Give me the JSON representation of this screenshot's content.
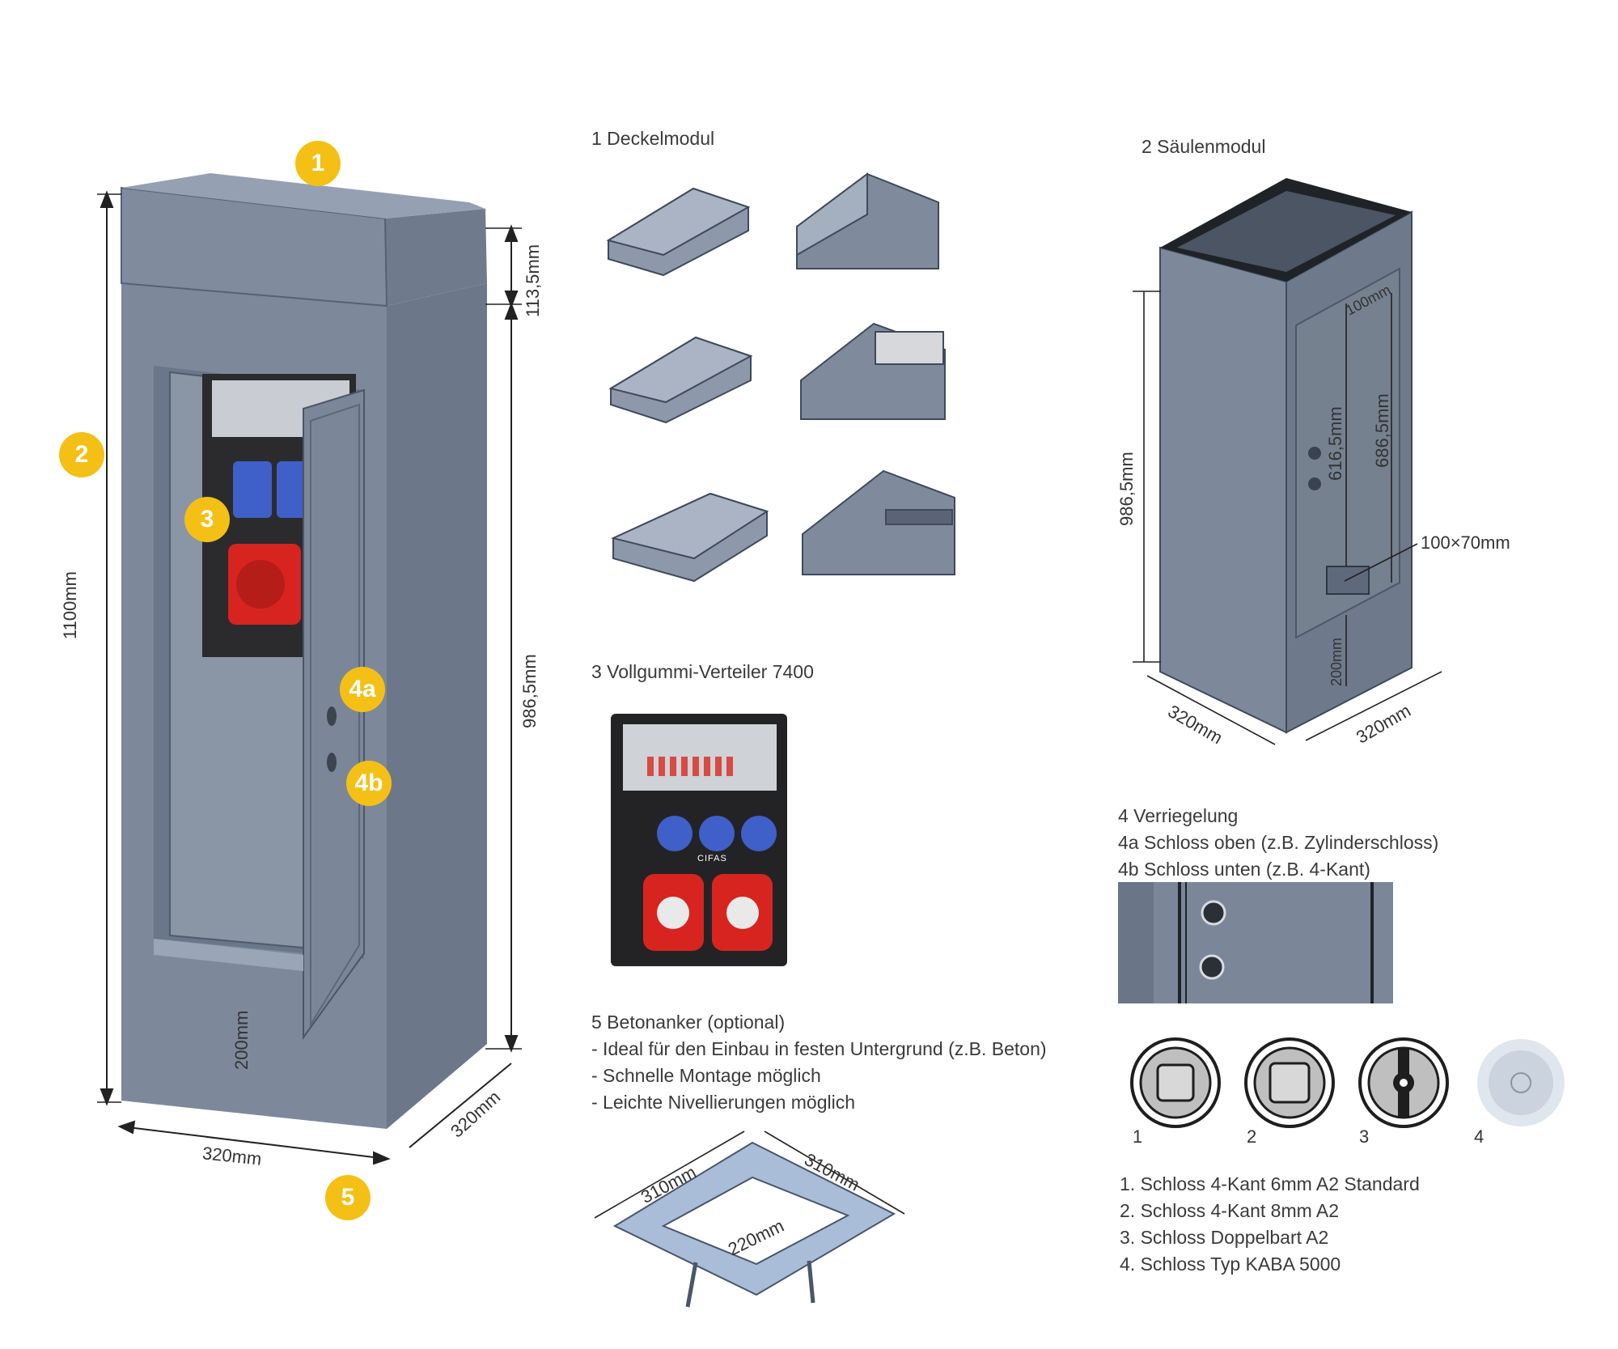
{
  "colors": {
    "cabinet": "#7a8699",
    "cabinet_dark": "#5c6879",
    "cabinet_light": "#9aa5b6",
    "badge": "#f4c016",
    "socket_blue": "#3f5fc9",
    "socket_red": "#d8241f"
  },
  "main": {
    "badges": {
      "b1": "1",
      "b2": "2",
      "b3": "3",
      "b4a": "4a",
      "b4b": "4b",
      "b5": "5"
    },
    "dims": {
      "height_total": "1100mm",
      "lid_height": "113,5mm",
      "column_height": "986,5mm",
      "base": "200mm",
      "width_front": "320mm",
      "width_side": "320mm"
    }
  },
  "section1": {
    "title": "1 Deckelmodul"
  },
  "section2": {
    "title": "2 Säulenmodul",
    "dims": {
      "height": "986,5mm",
      "top": "100mm",
      "inner": "616,5mm",
      "door": "686,5mm",
      "cutout": "100×70mm",
      "bottom": "200mm",
      "width_left": "320mm",
      "width_right": "320mm"
    }
  },
  "section3": {
    "title": "3 Vollgummi-Verteiler 7400",
    "brand": "CIFAS"
  },
  "section4": {
    "title": "4 Verriegelung",
    "line_a": "4a Schloss oben (z.B. Zylinderschloss)",
    "line_b": "4b Schloss unten (z.B. 4-Kant)",
    "lock_numbers": [
      "1",
      "2",
      "3",
      "4"
    ],
    "list": [
      "1.  Schloss 4-Kant 6mm A2 Standard",
      "2.  Schloss 4-Kant 8mm A2",
      "3.  Schloss Doppelbart A2",
      "4.  Schloss Typ KABA 5000"
    ]
  },
  "section5": {
    "title": "5 Betonanker (optional)",
    "bullets": [
      "-  Ideal für den Einbau in festen Untergrund (z.B. Beton)",
      "-  Schnelle Montage möglich",
      "-  Leichte Nivellierungen möglich"
    ],
    "dims": {
      "left": "310mm",
      "right": "310mm",
      "inner": "220mm"
    }
  }
}
